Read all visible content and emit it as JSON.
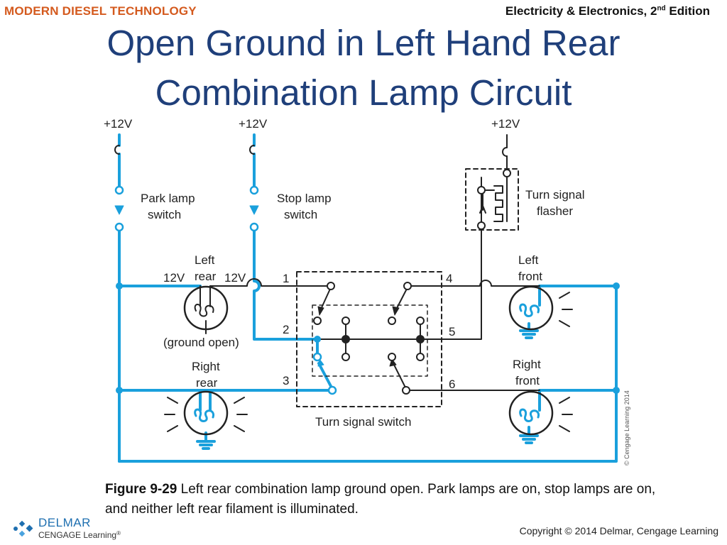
{
  "header": {
    "publisher_series": "MODERN DIESEL TECHNOLOGY",
    "book_title": "Electricity & Electronics, 2",
    "edition_sup": "nd",
    "edition_suffix": " Edition"
  },
  "slide": {
    "title_line1": "Open Ground in Left Hand Rear",
    "title_line2": "Combination Lamp Circuit"
  },
  "diagram": {
    "supply_labels": [
      "+12V",
      "+12V",
      "+12V"
    ],
    "park_lamp_switch": [
      "Park lamp",
      "switch"
    ],
    "stop_lamp_switch": [
      "Stop lamp",
      "switch"
    ],
    "turn_signal_flasher": [
      "Turn signal",
      "flasher"
    ],
    "left_rear": [
      "Left",
      "rear"
    ],
    "left_rear_voltage_a": "12V",
    "left_rear_voltage_b": "12V",
    "ground_open": "(ground open)",
    "right_rear": [
      "Right",
      "rear"
    ],
    "left_front": [
      "Left",
      "front"
    ],
    "right_front": [
      "Right",
      "front"
    ],
    "terminals": [
      "1",
      "2",
      "3",
      "4",
      "5",
      "6"
    ],
    "turn_signal_switch": "Turn signal switch",
    "watermark": "© Cengage Learning 2014",
    "colors": {
      "energized": "#1aa0dc",
      "wire": "#222222"
    }
  },
  "caption": {
    "figure_label": "Figure 9-29",
    "text": " Left rear combination lamp ground open. Park lamps are on, stop lamps are on, and neither left rear filament is illuminated."
  },
  "footer": {
    "logo_name": "DELMAR",
    "logo_sub": "CENGAGE Learning",
    "logo_tm": "®",
    "copyright": "Copyright © 2014 Delmar, Cengage Learning"
  }
}
